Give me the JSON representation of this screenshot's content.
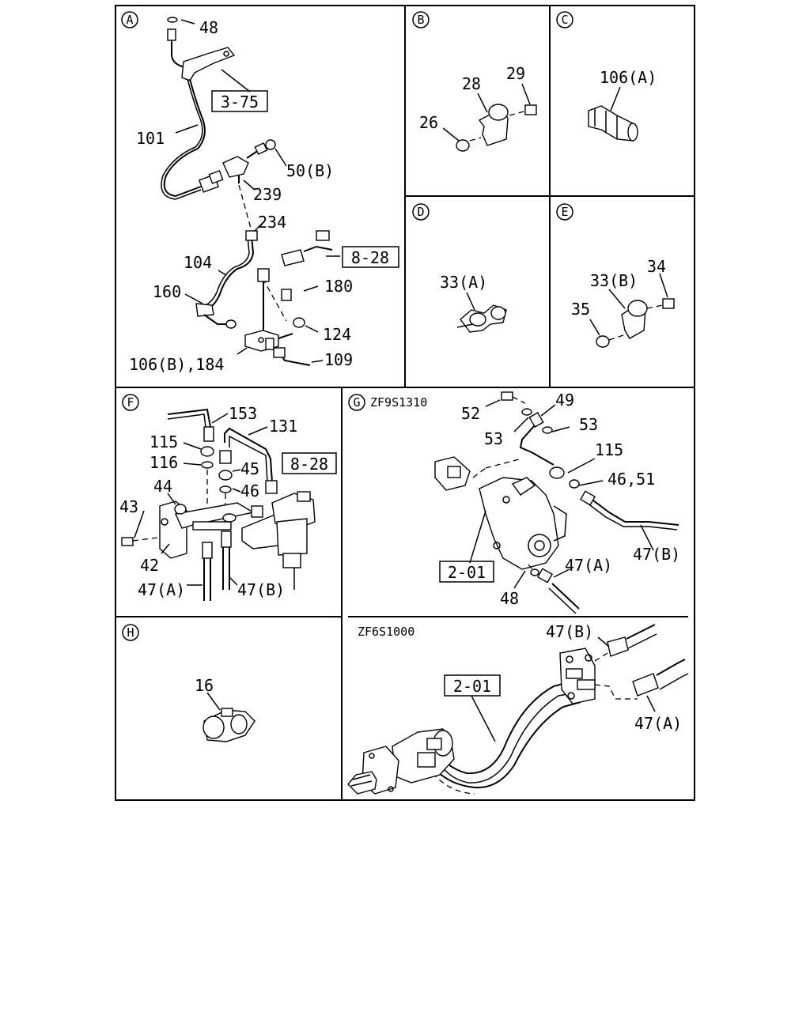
{
  "panels": {
    "A": {
      "letter": "A",
      "callouts": {
        "c48": "48",
        "c101": "101",
        "c50b": "50(B)",
        "c239": "239",
        "c234": "234",
        "c104": "104",
        "c160": "160",
        "c180": "180",
        "c124": "124",
        "c106b184": "106(B),184",
        "c109": "109"
      },
      "refs": {
        "r375": "3-75",
        "r828": "8-28"
      }
    },
    "B": {
      "letter": "B",
      "callouts": {
        "c28": "28",
        "c29": "29",
        "c26": "26"
      }
    },
    "C": {
      "letter": "C",
      "callouts": {
        "c106a": "106(A)"
      }
    },
    "D": {
      "letter": "D",
      "callouts": {
        "c33a": "33(A)"
      }
    },
    "E": {
      "letter": "E",
      "callouts": {
        "c33b": "33(B)",
        "c34": "34",
        "c35": "35"
      }
    },
    "F": {
      "letter": "F",
      "callouts": {
        "c153": "153",
        "c131": "131",
        "c115": "115",
        "c116": "116",
        "c45": "45",
        "c46": "46",
        "c44": "44",
        "c43": "43",
        "c42": "42",
        "c47a": "47(A)",
        "c47b": "47(B)"
      },
      "refs": {
        "r828": "8-28"
      }
    },
    "G": {
      "letter": "G",
      "code": "ZF9S1310",
      "callouts": {
        "c52": "52",
        "c49": "49",
        "c53a": "53",
        "c53b": "53",
        "c115": "115",
        "c4651": "46,51",
        "c47a": "47(A)",
        "c47b": "47(B)",
        "c48": "48"
      },
      "refs": {
        "r201": "2-01"
      }
    },
    "H": {
      "letter": "H",
      "callouts": {
        "c16": "16"
      }
    },
    "I": {
      "code": "ZF6S1000",
      "callouts": {
        "c47b": "47(B)",
        "c47a": "47(A)"
      },
      "refs": {
        "r201": "2-01"
      }
    }
  }
}
